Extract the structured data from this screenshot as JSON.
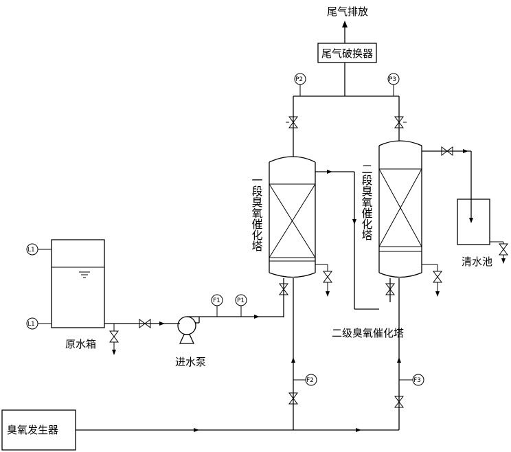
{
  "labels": {
    "tail_gas_exhaust": "尾气排放",
    "tail_gas_destructor": "尾气破换器",
    "raw_water_tank": "原水箱",
    "feed_pump": "进水泵",
    "ozone_generator": "臭氧发生器",
    "clean_water_tank": "清水池",
    "stage1_tower": "一段臭氧催化塔",
    "stage2_tower": "二段臭氧催化塔",
    "stage2_tower_bottom": "二级臭氧催化塔"
  },
  "instruments": {
    "l1_top": "L1",
    "l1_bottom": "L1",
    "f1": "F1",
    "p1": "P1",
    "p2": "P2",
    "p3": "P3",
    "f2": "F2",
    "f3": "F3"
  }
}
